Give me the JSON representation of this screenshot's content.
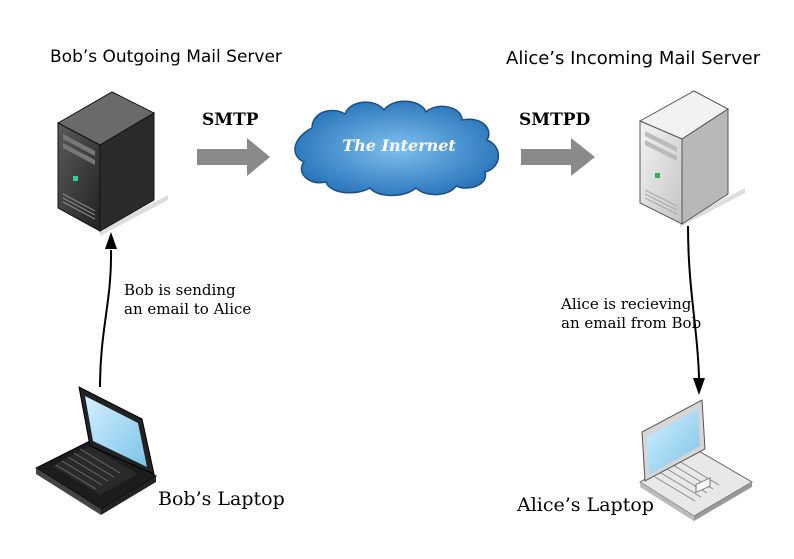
{
  "bob_server": {
    "label": "Bob’s Outgoing Mail Server"
  },
  "alice_server": {
    "label": "Alice’s Incoming Mail Server"
  },
  "protocols": {
    "smtp": "SMTP",
    "smtpd": "SMTPD"
  },
  "internet": {
    "label": "The Internet"
  },
  "notes": {
    "bob_line1": "Bob is sending",
    "bob_line2": "an email to Alice",
    "alice_line1": "Alice is recieving",
    "alice_line2": "an email from Bob"
  },
  "bob_laptop": {
    "label": "Bob’s Laptop"
  },
  "alice_laptop": {
    "label": "Alice’s Laptop"
  },
  "colors": {
    "dark_server": "#3a3a3a",
    "light_server": "#dcdcdc",
    "arrow_gray": "#8a8a8a",
    "cloud_blue": "#2f7fc4",
    "screen_blue": "#a8d8f0"
  }
}
